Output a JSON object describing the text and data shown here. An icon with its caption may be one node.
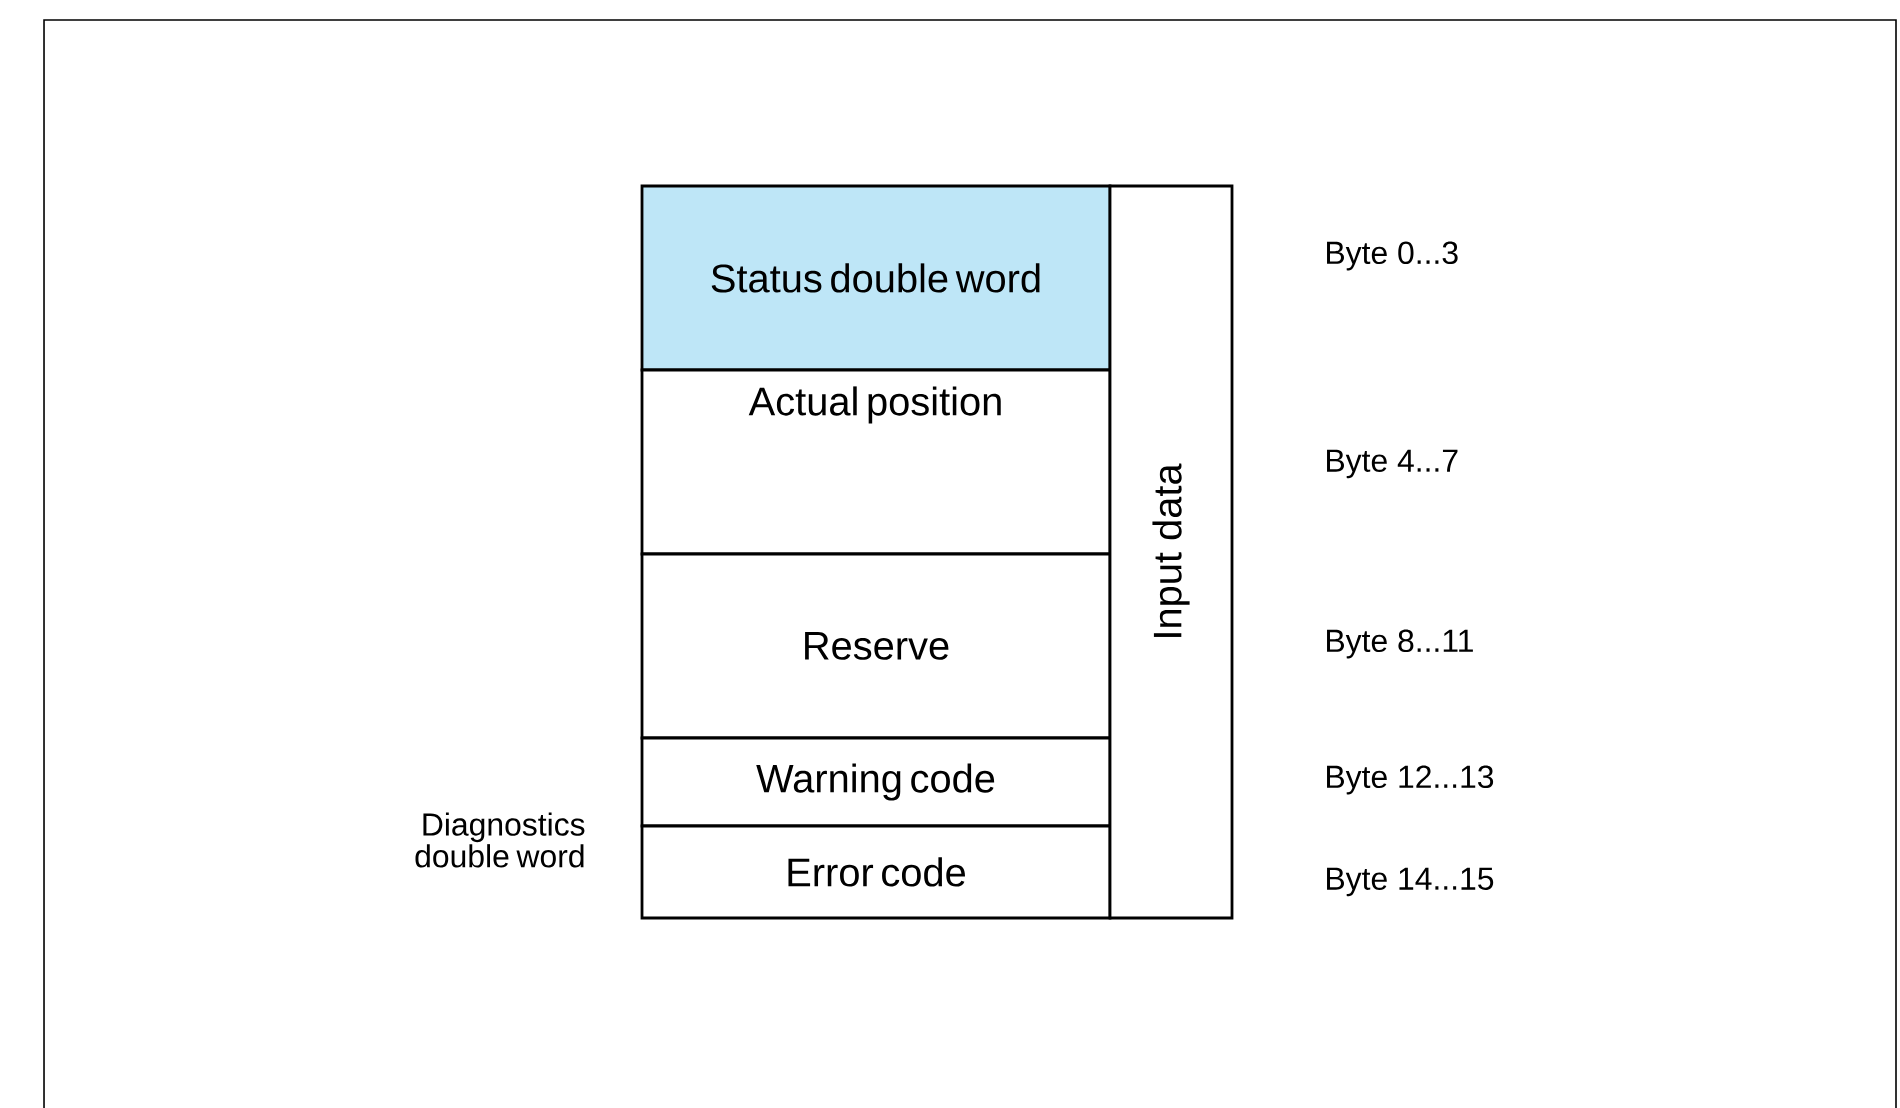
{
  "diagram": {
    "nodes": [
      {
        "text": [
          "Status double word"
        ]
      },
      {
        "text": [
          "Actual position"
        ]
      },
      {
        "text": [
          "Reserve"
        ]
      },
      {
        "text": [
          "Warning code"
        ]
      },
      {
        "text": [
          "Error code"
        ]
      },
      {
        "text": [
          "Input data"
        ]
      }
    ],
    "labels": [
      "Byte 0...3",
      "Byte 4...7",
      "Byte 8...11",
      "Diagnostics double word",
      "Byte 12...13",
      "Byte 14...15"
    ]
  }
}
